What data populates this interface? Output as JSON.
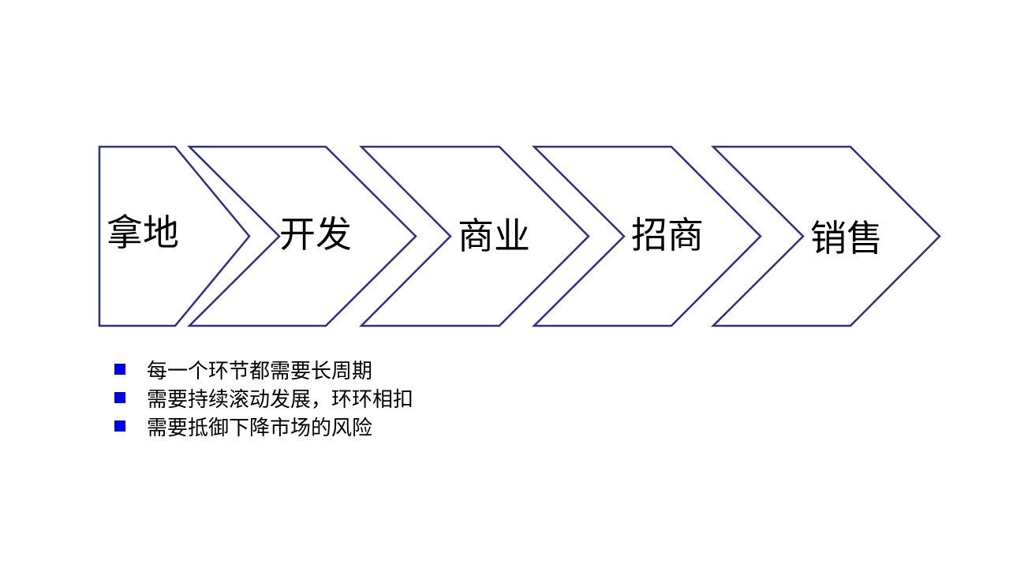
{
  "process": {
    "steps": [
      {
        "label": "拿地"
      },
      {
        "label": "开发"
      },
      {
        "label": "商业"
      },
      {
        "label": "招商"
      },
      {
        "label": "销售"
      }
    ]
  },
  "bullets": [
    {
      "text": "每一个环节都需要长周期"
    },
    {
      "text": "需要持续滚动发展，环环相扣"
    },
    {
      "text": "需要抵御下降市场的风险"
    }
  ],
  "colors": {
    "chevron_stroke": "#2e3180",
    "chevron_fill": "#ffffff",
    "bullet_marker": "#0000ee",
    "text": "#000000"
  }
}
